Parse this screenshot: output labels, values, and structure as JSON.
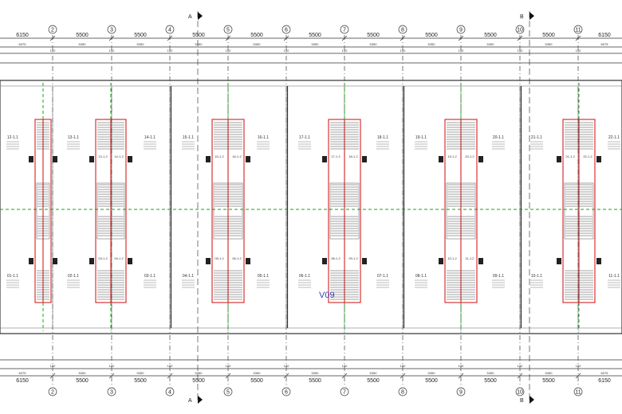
{
  "grid_axes": [
    "2",
    "3",
    "4",
    "5",
    "6",
    "7",
    "8",
    "9",
    "10",
    "11"
  ],
  "dim_top_primary": [
    "6150",
    "5500",
    "5500",
    "5500",
    "5500",
    "5500",
    "5500",
    "5500",
    "5500",
    "5500",
    "6150"
  ],
  "dim_top_secondary": [
    "6075",
    "5350",
    "5350",
    "5350",
    "5350",
    "5350",
    "5350",
    "5350",
    "5350",
    "5350",
    "6075"
  ],
  "dim_small": "150",
  "dim_small_alt": "1000",
  "section_marks": [
    "A",
    "B"
  ],
  "units_top": [
    "12-1.1",
    "13-1.1",
    "14-1.1",
    "15-1.1",
    "16-1.1",
    "17-1.1",
    "18-1.1",
    "19-1.1",
    "20-1.1",
    "21-1.1",
    "22-1.1"
  ],
  "units_bottom": [
    "01-1.1",
    "02-1.1",
    "03-1.1",
    "04-1.1",
    "05-1.1",
    "06-1.1",
    "07-1.1",
    "08-1.1",
    "09-1.1",
    "10-1.1",
    "11-1.1"
  ],
  "stair_labels_top": [
    "13-1.2",
    "14-1.2",
    "15-1.2",
    "16-1.2",
    "17-1.2",
    "18-1.2",
    "19-1.2",
    "20-1.2",
    "21-1.2",
    "22-1.2"
  ],
  "stair_labels_bottom": [
    "03-1.2",
    "04-1.2",
    "05-1.2",
    "06-1.2",
    "08-1.2",
    "09-1.2",
    "10-1.2",
    "11-1.2"
  ],
  "floor_tag": "V09",
  "colors": {
    "line": "#333333",
    "red": "#d62020",
    "green": "#1aa31a",
    "tag": "#3b3bb5"
  }
}
